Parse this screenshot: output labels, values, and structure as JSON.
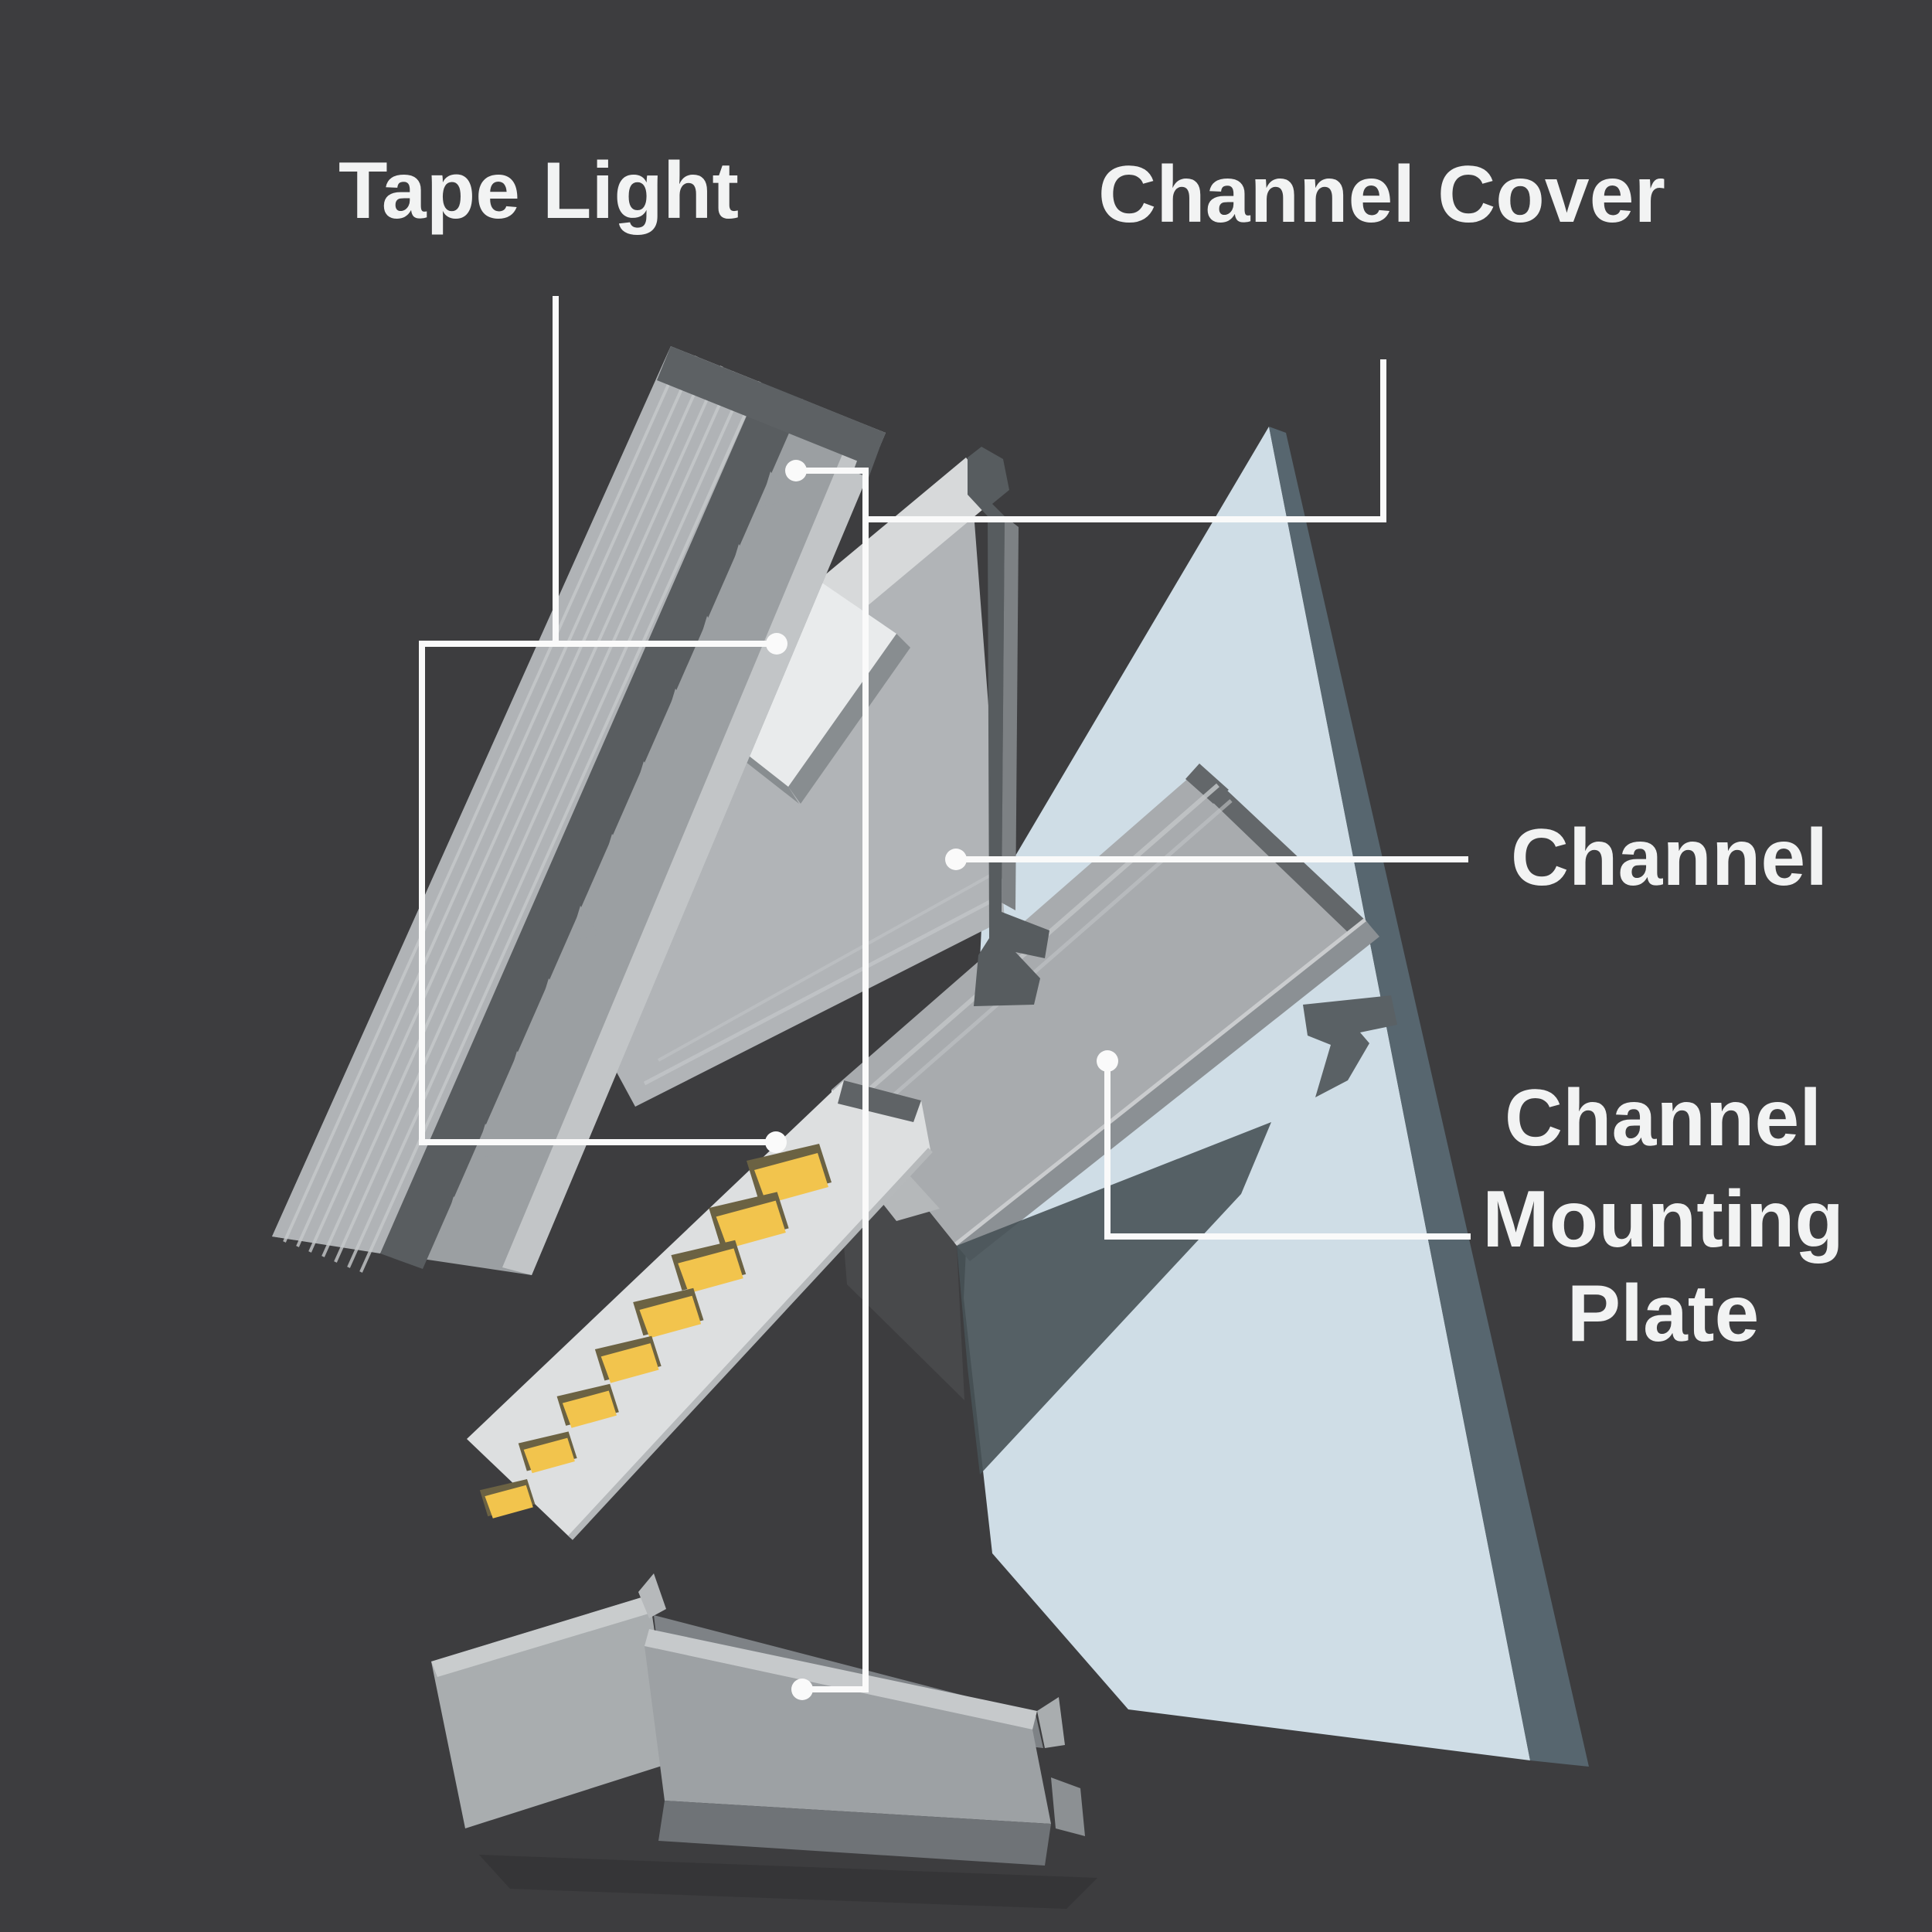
{
  "title": "Exploded diagram of an LED tape light aluminum channel system",
  "labels": {
    "tape_light": "Tape Light",
    "channel_cover": "Channel Cover",
    "channel": "Channel",
    "channel_mounting_plate": [
      "Channel",
      "Mounting",
      "Plate"
    ]
  },
  "annotations": {
    "dot_channel_cover_top": "channel cover (shown flipped)",
    "dot_tape_light_back": "tape light segment (back side)",
    "dot_channel": "channel extrusion",
    "dot_tape_light_front": "tape light with LED pads",
    "dot_mounting_plate": "channel mounting plate",
    "dot_channel_cover_bottom": "channel cover (mounting orientation)"
  },
  "colors": {
    "background": "#3d3d3f",
    "text": "#f2f3f3",
    "leader": "#fafafa",
    "led_pad": "#f2c44d",
    "led_pad_shadow": "#6b6243",
    "wall_face": "#cfdde6",
    "wall_edge": "#57666f",
    "metal_bright": "#d7d9da",
    "metal_mid": "#a8abae",
    "metal_profile_dark": "#575c5f",
    "tape_back": "#e9ebec"
  }
}
